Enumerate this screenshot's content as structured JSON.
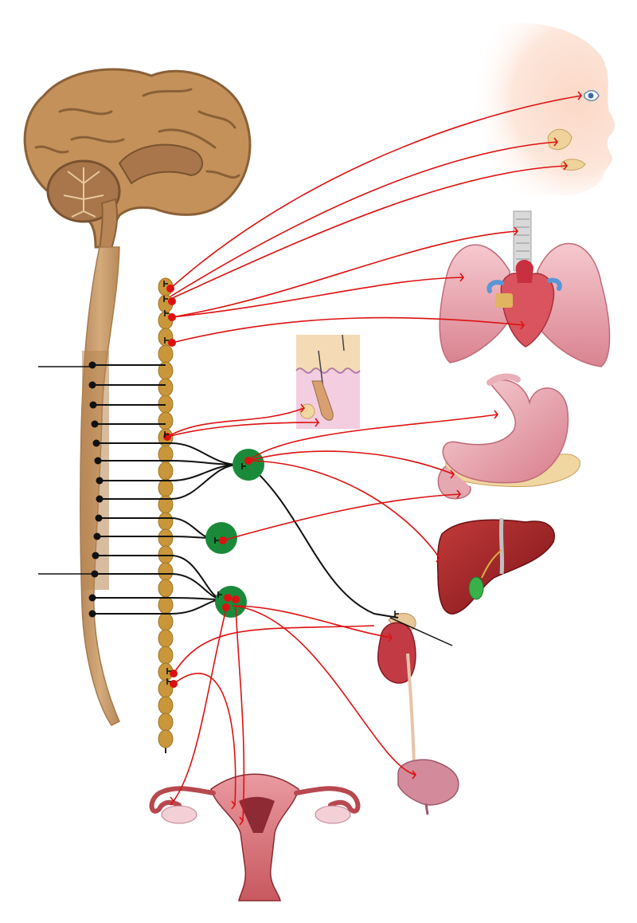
{
  "diagram": {
    "labels": [],
    "colors": {
      "preganglionic": "#111111",
      "postganglionic": "#dd1111",
      "ganglion": "#1a8a3a",
      "chain": "#c9973a",
      "brain": "#c4915a",
      "brain_dark": "#8a6038",
      "spinal_cord": "#c49a6c",
      "organ_pink": "#e7a0a8",
      "liver": "#9a1e22",
      "uterus": "#b8484f"
    },
    "parts": [
      "brain",
      "spinal-cord",
      "sympathetic-chain",
      "celiac-ganglion",
      "superior-mesenteric-ganglion",
      "inferior-mesenteric-ganglion",
      "face-eye-glands",
      "lungs-heart",
      "skin-hair-follicle",
      "stomach-pancreas",
      "liver-gallbladder",
      "kidney-adrenal",
      "bladder",
      "uterus-ovaries"
    ]
  }
}
